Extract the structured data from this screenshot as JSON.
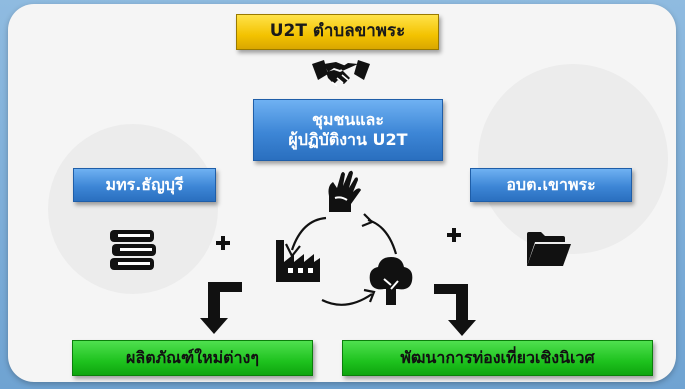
{
  "top_label": "U2T ตำบลขาพระ",
  "center_label_line1": "ชุมชนและ",
  "center_label_line2": "ผู้ปฏิบัติงาน U2T",
  "left_label": "มทร.ธัญบุรี",
  "right_label": "อบต.เขาพระ",
  "bottom_left_label": "ผลิตภัณฑ์ใหม่ต่างๆ",
  "bottom_right_label": "พัฒนาการท่องเที่ยวเชิงนิเวศ",
  "icons": [
    "handshake-icon",
    "books-icon",
    "plus-icon",
    "hands-icon",
    "factory-icon",
    "tree-icon",
    "folder-open-icon",
    "cycle-arrow-icon",
    "turn-down-arrow-icon"
  ],
  "colors": {
    "gold": "#f3c200",
    "blue": "#3d86d6",
    "green": "#1ec21e"
  }
}
